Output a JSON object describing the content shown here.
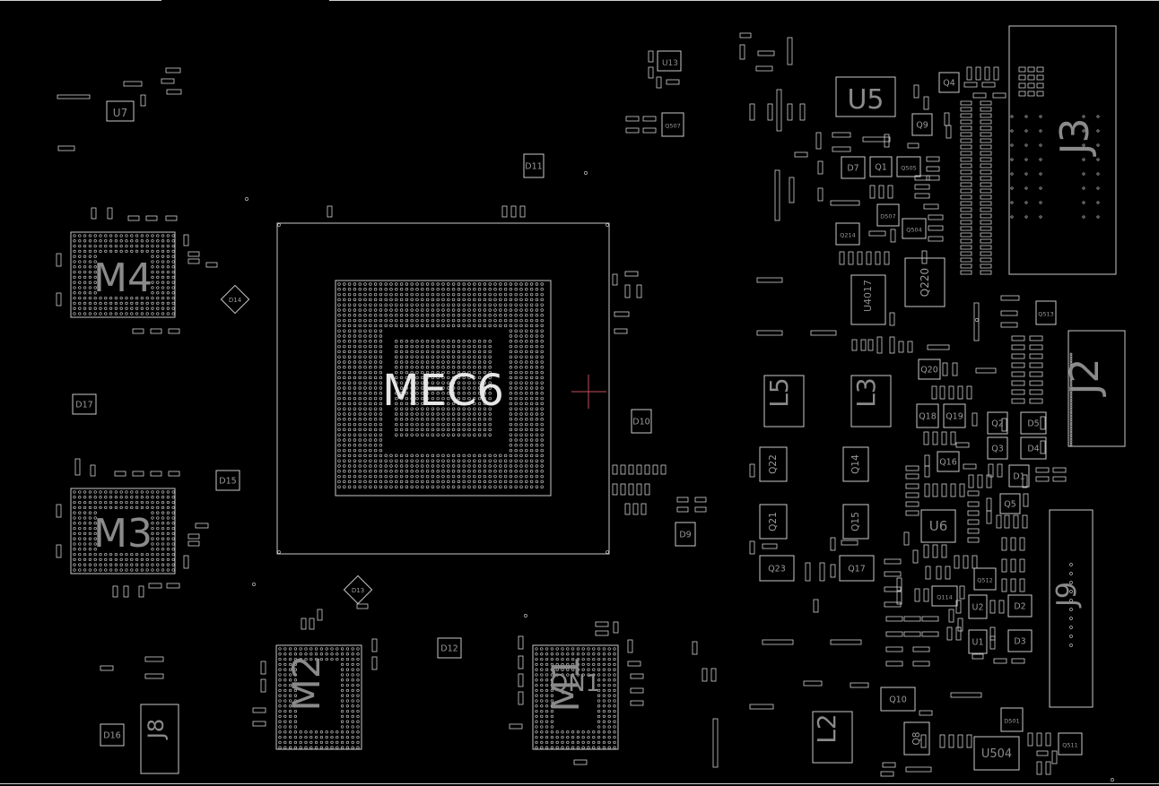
{
  "board": {
    "background": "#000000",
    "outline_color": "#c8c8c8",
    "label_color": "#8a8a8a",
    "highlight_color": "#2aa9b3",
    "marker_color": "#c0505a"
  },
  "labels": {
    "MEC6": "MEC6",
    "M4": "M4",
    "M3": "M3",
    "M2": "M2",
    "M1": "M1",
    "QN1": "QN1",
    "U5": "U5",
    "U6": "U6",
    "U7": "U7",
    "U13": "U13",
    "U504": "U504",
    "U4017": "U4017",
    "J2": "J2",
    "J3": "J3",
    "J8": "J8",
    "J9": "J9",
    "L2": "L2",
    "L3": "L3",
    "L5": "L5",
    "Q1": "Q1",
    "Q2": "Q2",
    "Q3": "Q3",
    "Q4": "Q4",
    "Q5": "Q5",
    "Q8": "Q8",
    "Q9": "Q9",
    "Q10": "Q10",
    "Q14": "Q14",
    "Q15": "Q15",
    "Q16": "Q16",
    "Q17": "Q17",
    "Q18": "Q18",
    "Q19": "Q19",
    "Q20": "Q20",
    "Q21": "Q21",
    "Q22": "Q22",
    "Q23": "Q23",
    "Q220": "Q220",
    "Q214": "Q214",
    "Q504": "Q504",
    "Q505": "Q505",
    "Q507": "Q507",
    "Q511": "Q511",
    "Q512": "Q512",
    "Q513": "Q513",
    "Q114": "Q114",
    "D507": "D507",
    "D1": "D1",
    "D2": "D2",
    "D3": "D3",
    "D4": "D4",
    "D5": "D5",
    "D7": "D7",
    "D9": "D9",
    "D10": "D10",
    "D11": "D11",
    "D12": "D12",
    "D13": "D13",
    "D14": "D14",
    "D15": "D15",
    "D16": "D16",
    "D17": "D17",
    "D501": "D501",
    "U2": "U2",
    "U1": "U1"
  }
}
